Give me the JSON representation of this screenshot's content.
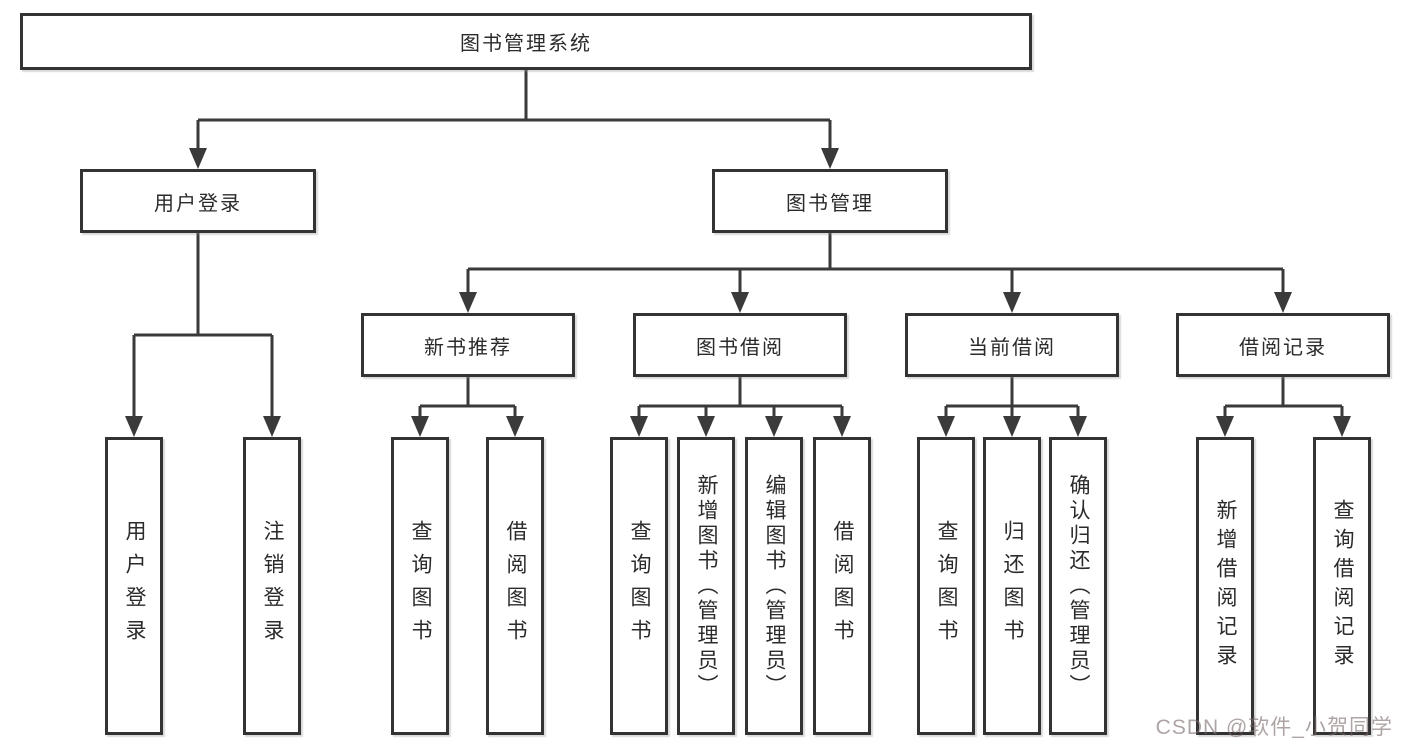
{
  "diagram": {
    "type": "hierarchy-tree",
    "root": {
      "label": "图书管理系统"
    },
    "level2": [
      {
        "label": "用户登录",
        "parent": "图书管理系统"
      },
      {
        "label": "图书管理",
        "parent": "图书管理系统"
      }
    ],
    "level3": [
      {
        "label": "新书推荐",
        "parent": "图书管理"
      },
      {
        "label": "图书借阅",
        "parent": "图书管理"
      },
      {
        "label": "当前借阅",
        "parent": "图书管理"
      },
      {
        "label": "借阅记录",
        "parent": "图书管理"
      }
    ],
    "leaves": [
      {
        "label": "用户登录",
        "parent": "用户登录"
      },
      {
        "label": "注销登录",
        "parent": "用户登录"
      },
      {
        "label": "查询图书",
        "parent": "新书推荐"
      },
      {
        "label": "借阅图书",
        "parent": "新书推荐"
      },
      {
        "label": "查询图书",
        "parent": "图书借阅"
      },
      {
        "label": "新增图书（管理员）",
        "parent": "图书借阅"
      },
      {
        "label": "编辑图书（管理员）",
        "parent": "图书借阅"
      },
      {
        "label": "借阅图书",
        "parent": "图书借阅"
      },
      {
        "label": "查询图书",
        "parent": "当前借阅"
      },
      {
        "label": "归还图书",
        "parent": "当前借阅"
      },
      {
        "label": "确认归还（管理员）",
        "parent": "当前借阅"
      },
      {
        "label": "新增借阅记录",
        "parent": "借阅记录"
      },
      {
        "label": "查询借阅记录",
        "parent": "借阅记录"
      }
    ]
  },
  "watermark": {
    "text": "CSDN @软件_小贺同学"
  },
  "colors": {
    "node_border": "#333333",
    "connector": "#3a3a3a",
    "text": "#2b2b2b",
    "background": "#ffffff",
    "watermark_text": "#7d6c6c"
  }
}
